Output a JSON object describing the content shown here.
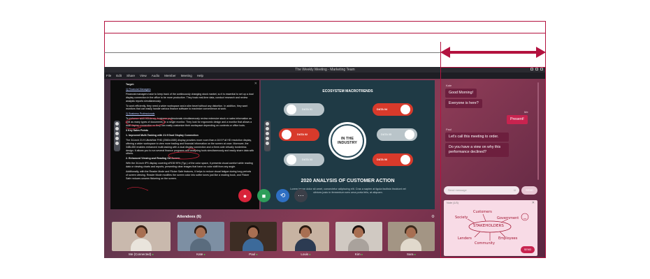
{
  "window": {
    "title": "The Weekly Meeting - Marketing Team"
  },
  "menu": [
    "File",
    "Edit",
    "Share",
    "View",
    "Audio",
    "Member",
    "Meeting",
    "Help"
  ],
  "doc": {
    "lines": [
      {
        "text": "Target:",
        "style": "head"
      },
      {
        "text": "1) Financial Managers",
        "style": "link"
      },
      {
        "text": "Financial managers have to keep track of the continuously changing stock market, so it is essential to set up a dual display connection in the office to be more productive. They track real-time data, conduct research and review analysis reports simultaneously.",
        "style": ""
      },
      {
        "text": "To work efficiently, they need a wider workspace and a slim bezel without any distortion. In addition, they want monitors that can easily handle various finance software to maximize convenience at work.",
        "style": ""
      },
      {
        "text": "2) Business Professionals",
        "style": "link"
      },
      {
        "text": "To enhance work efficiency, business professionals simultaneously review extensive stock or sales information as well as many types of documents on a single monitor. They look for ergonomic design and a monitor that allows a dual display connection so they can easily customize their workspace depending on contents or office tools.",
        "style": ""
      },
      {
        "text": "3 Key Sales Points",
        "style": "head"
      },
      {
        "text": "1.   Improved Multi-Tasking with 21:9 Dual Display Connection",
        "style": "head"
      },
      {
        "text": "The 34-inch 21:9 UltraWide FHD (2560x1080) display provides more room than a 16:9 Full HD resolution display, offering a wider workspace to view more trading and financial information on the screen at once. Moreover, the 34BL650 enables enhanced multi-tasking with a dual display connection and a three-side virtually borderless design. It allows you to run several finance programs and analyzing tools simultaneously and easily share data with others.",
        "style": ""
      },
      {
        "text": "2.   Enhanced Viewing and Reading On-Screen",
        "style": "head"
      },
      {
        "text": "With the 34-inch IPS display covering sRGB 99% (Typ.) of the color space, it presents visual comfort while reading data or viewing charts and reports, presenting clear images that have no color shift from any angle.",
        "style": ""
      },
      {
        "text": "Additionally, with the Reader Mode and Flicker Safe features, it helps to reduce visual fatigue during long periods of screen viewing. Reader Mode modifies the screen color into softer tones just like a reading book, and Flicker Safe reduces unseen flickering on the screen.",
        "style": ""
      }
    ]
  },
  "slide": {
    "title": "ECOSYSTEM MACROTRENDS",
    "center": [
      "IN THE",
      "INDUSTRY"
    ],
    "pills": [
      "DATA 01",
      "DATA 02",
      "DATA 03",
      "DATA 04",
      "DATA 05",
      "DATA 06"
    ],
    "heading": "2020 ANALYSIS OF CUSTOMER ACTION",
    "subtitle": "Lorem ipsum dolor sit amet, consectetur adipiscing elit. Cras a sapien at ligula facilisis tincidunt vel ultrices justo in fermentum sem urna porta felis, at aliquam."
  },
  "attendees": {
    "label": "Attendees (6)",
    "people": [
      {
        "name": "Me (Connected)",
        "bg": "#c9b9ad",
        "shirt": "#e9e4dc",
        "hair": "#3a2418"
      },
      {
        "name": "Kate",
        "bg": "#7d8fa3",
        "shirt": "#5a6c7e",
        "hair": "#2e1d14"
      },
      {
        "name": "Paul",
        "bg": "#3d2d24",
        "shirt": "#3c6a9a",
        "hair": "#1b120d"
      },
      {
        "name": "Louis",
        "bg": "#c7b3a2",
        "shirt": "#2c3b52",
        "hair": "#2a1a10"
      },
      {
        "name": "Kim",
        "bg": "#d0c9c2",
        "shirt": "#a9a29c",
        "hair": "#1a1210"
      },
      {
        "name": "Sara",
        "bg": "#a39584",
        "shirt": "#e1d9cc",
        "hair": "#3b2a1c"
      }
    ]
  },
  "chat": {
    "messages": [
      {
        "sender": "Kate",
        "text": "Good Morning!",
        "me": false
      },
      {
        "sender": "",
        "text": "Everyone is here?",
        "me": false
      },
      {
        "sender": "Me",
        "text": "Present!",
        "me": true
      },
      {
        "sender": "Paul",
        "text": "Let's call this meeting to order.",
        "me": false
      },
      {
        "sender": "",
        "text": "Do you have a view on why this performance  declined?",
        "me": false
      }
    ],
    "input_placeholder": "Send message",
    "send_label": "SEND"
  },
  "notes": {
    "title": "Note (1/3)",
    "words": [
      "Customers",
      "Society",
      "Government",
      "STAKEHOLDERS",
      "Lenders",
      "Employees",
      "Community"
    ],
    "send_label": "SEND"
  },
  "colors": {
    "accent": "#c8234f",
    "guide": "#b3123f"
  }
}
